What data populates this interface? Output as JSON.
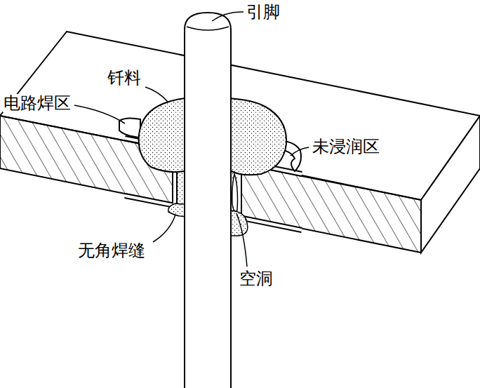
{
  "diagram": {
    "labels": [
      "引脚",
      "钎料",
      "电路焊区",
      "未浸润区",
      "无角焊缝",
      "空洞"
    ]
  }
}
